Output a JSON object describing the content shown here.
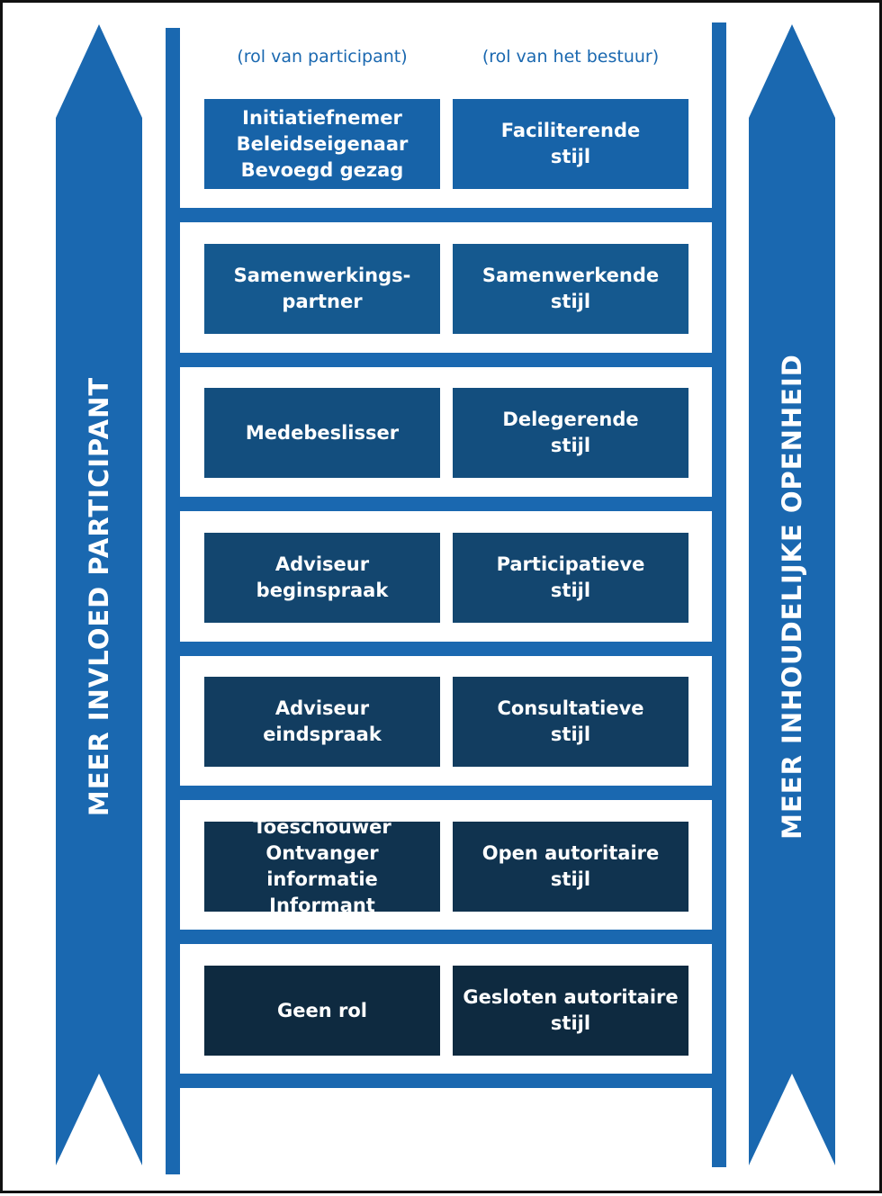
{
  "columns": {
    "participant_header": "(rol van participant)",
    "board_header": "(rol van het bestuur)"
  },
  "arrows": {
    "left_label": "MEER INVLOED PARTICIPANT",
    "right_label": "MEER INHOUDELIJKE OPENHEID"
  },
  "levels": [
    {
      "role": "Initiatiefnemer\nBeleidseigenaar\nBevoegd gezag",
      "style": "Faciliterende\nstijl"
    },
    {
      "role": "Samenwerkings-\npartner",
      "style": "Samenwerkende\nstijl"
    },
    {
      "role": "Medebeslisser",
      "style": "Delegerende\nstijl"
    },
    {
      "role": "Adviseur\nbeginspraak",
      "style": "Participatieve\nstijl"
    },
    {
      "role": "Adviseur\neindspraak",
      "style": "Consultatieve\nstijl"
    },
    {
      "role": "Toeschouwer\nOntvanger informatie\nInformant",
      "style": "Open autoritaire\nstijl"
    },
    {
      "role": "Geen rol",
      "style": "Gesloten autoritaire\nstijl"
    }
  ],
  "colors": {
    "accent_blue": "#1a68b0",
    "level_fills": [
      "#1763a8",
      "#15598f",
      "#134e7e",
      "#13466f",
      "#123d60",
      "#10334f",
      "#0e2a40"
    ],
    "frame_border": "#111111"
  }
}
